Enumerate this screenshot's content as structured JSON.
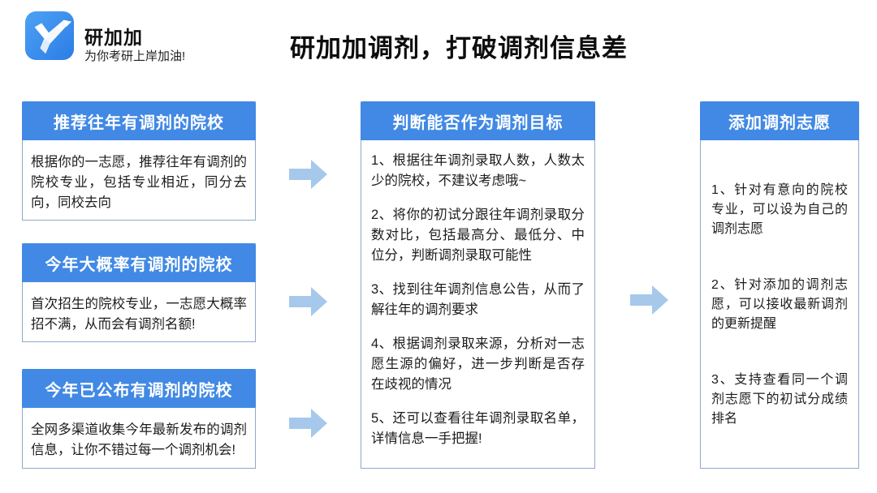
{
  "brand": {
    "name": "研加加",
    "tagline": "为你考研上岸加油!",
    "logo_icon": "yanjiajia-bird-logo"
  },
  "page_title": "研加加调剂，打破调剂信息差",
  "left_boxes": [
    {
      "title": "推荐往年有调剂的院校",
      "body": "根据你的一志愿，推荐往年有调剂的院校专业，包括专业相近，同分去向，同校去向"
    },
    {
      "title": "今年大概率有调剂的院校",
      "body": "首次招生的院校专业，一志愿大概率招不满，从而会有调剂名额!"
    },
    {
      "title": "今年已公布有调剂的院校",
      "body": "全网多渠道收集今年最新发布的调剂信息，让你不错过每一个调剂机会!"
    }
  ],
  "middle_box": {
    "title": "判断能否作为调剂目标",
    "points": [
      "1、根据往年调剂录取人数，人数太少的院校，不建议考虑哦~",
      "2、将你的初试分跟往年调剂录取分数对比，包括最高分、最低分、中位分，判断调剂录取可能性",
      "3、找到往年调剂信息公告，从而了解往年的调剂要求",
      "4、根据调剂录取来源，分析对一志愿生源的偏好，进一步判断是否存在歧视的情况",
      "5、还可以查看往年调剂录取名单，详情信息一手把握!"
    ]
  },
  "right_box": {
    "title": "添加调剂志愿",
    "points": [
      "1、针对有意向的院校专业，可以设为自己的调剂志愿",
      "2、针对添加的调剂志愿，可以接收最新调剂的更新提醒",
      "3、支持查看同一个调剂志愿下的初试分成绩排名"
    ]
  },
  "arrows": {
    "icon": "right-arrow-icon",
    "count_left_column": 3,
    "count_middle_to_right": 1
  },
  "colors": {
    "header_blue": "#4189e4",
    "arrow_blue": "#a6c8eb",
    "box_border": "#8fa9cb",
    "logo_blue_1": "#4da2f4",
    "logo_blue_2": "#2c7ce6",
    "text_dark": "#1f1f1f"
  }
}
